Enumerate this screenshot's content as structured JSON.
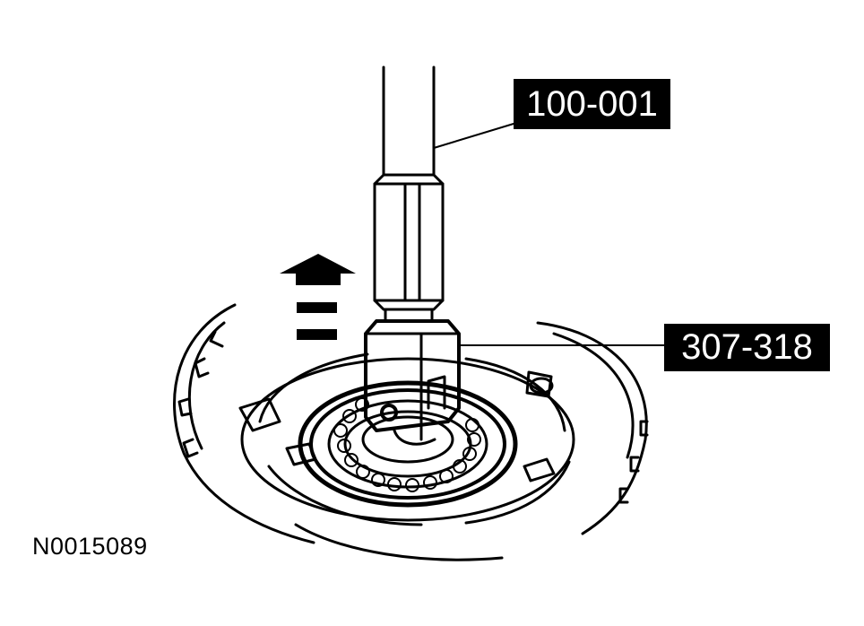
{
  "callouts": {
    "tool_puller": "100-001",
    "tool_remover": "307-318"
  },
  "figure_id": "N0015089",
  "colors": {
    "ink": "#000000",
    "paper": "#ffffff"
  },
  "icons": {
    "direction": "upward-arrow-icon"
  }
}
